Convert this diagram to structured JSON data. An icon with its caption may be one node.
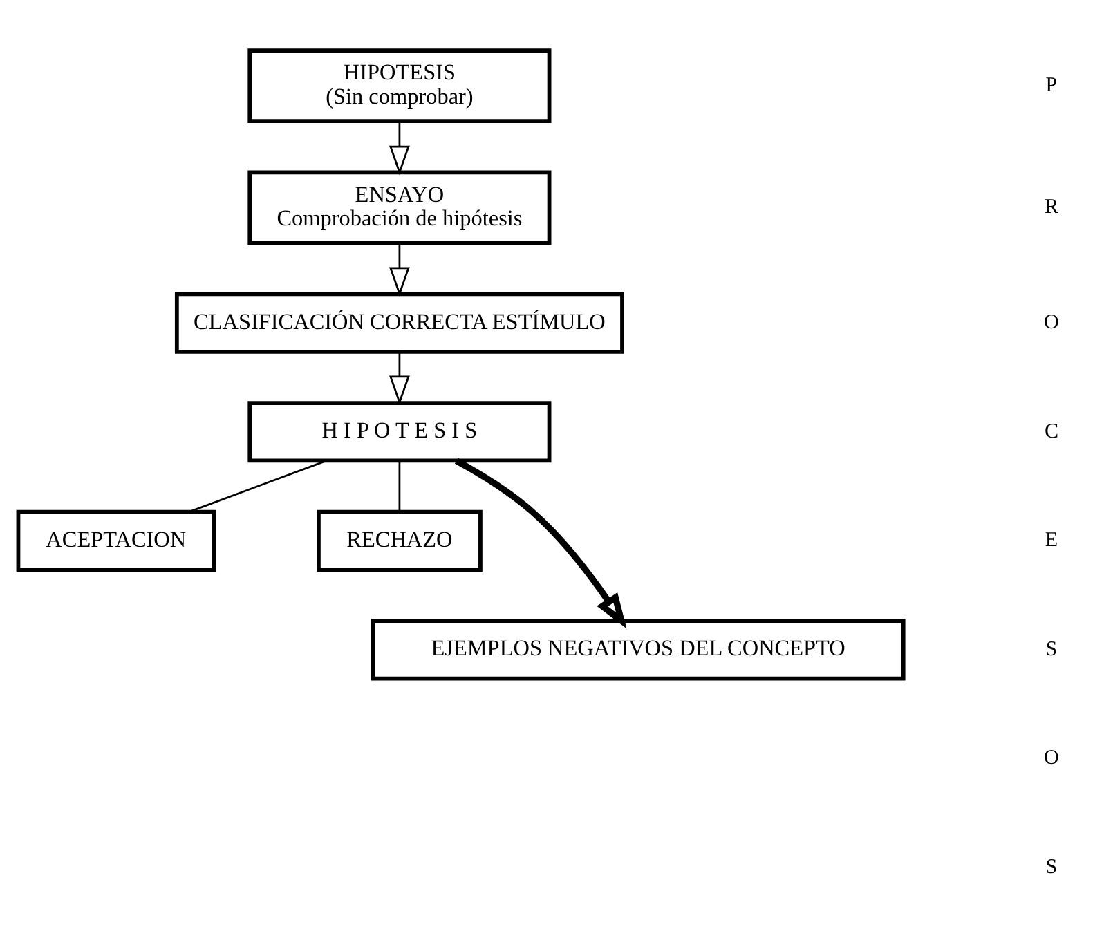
{
  "diagram": {
    "nodes": [
      {
        "text": [
          "HIPOTESIS",
          "(Sin comprobar)"
        ]
      },
      {
        "text": [
          "ENSAYO",
          "Comprobación de hipótesis"
        ]
      },
      {
        "text": [
          "CLASIFICACIÓN CORRECTA ESTÍMULO"
        ]
      },
      {
        "text": [
          "H I P O T E S I S"
        ]
      },
      {
        "text": [
          "ACEPTACION"
        ]
      },
      {
        "text": [
          "RECHAZO"
        ]
      },
      {
        "text": [
          "EJEMPLOS NEGATIVOS DEL CONCEPTO"
        ]
      }
    ],
    "edges": [
      {
        "from": 0,
        "to": 1,
        "arrow": "to"
      },
      {
        "from": 1,
        "to": 2,
        "arrow": "to"
      },
      {
        "from": 2,
        "to": 3,
        "arrow": "to"
      },
      {
        "from": 3,
        "to": 4,
        "arrow": "none"
      },
      {
        "from": 3,
        "to": 5,
        "arrow": "none"
      },
      {
        "from": 3,
        "to": 6,
        "arrow": "to",
        "style": "thick"
      }
    ],
    "labels": [
      "P",
      "R",
      "O",
      "C",
      "E",
      "S",
      "O",
      "S"
    ]
  }
}
